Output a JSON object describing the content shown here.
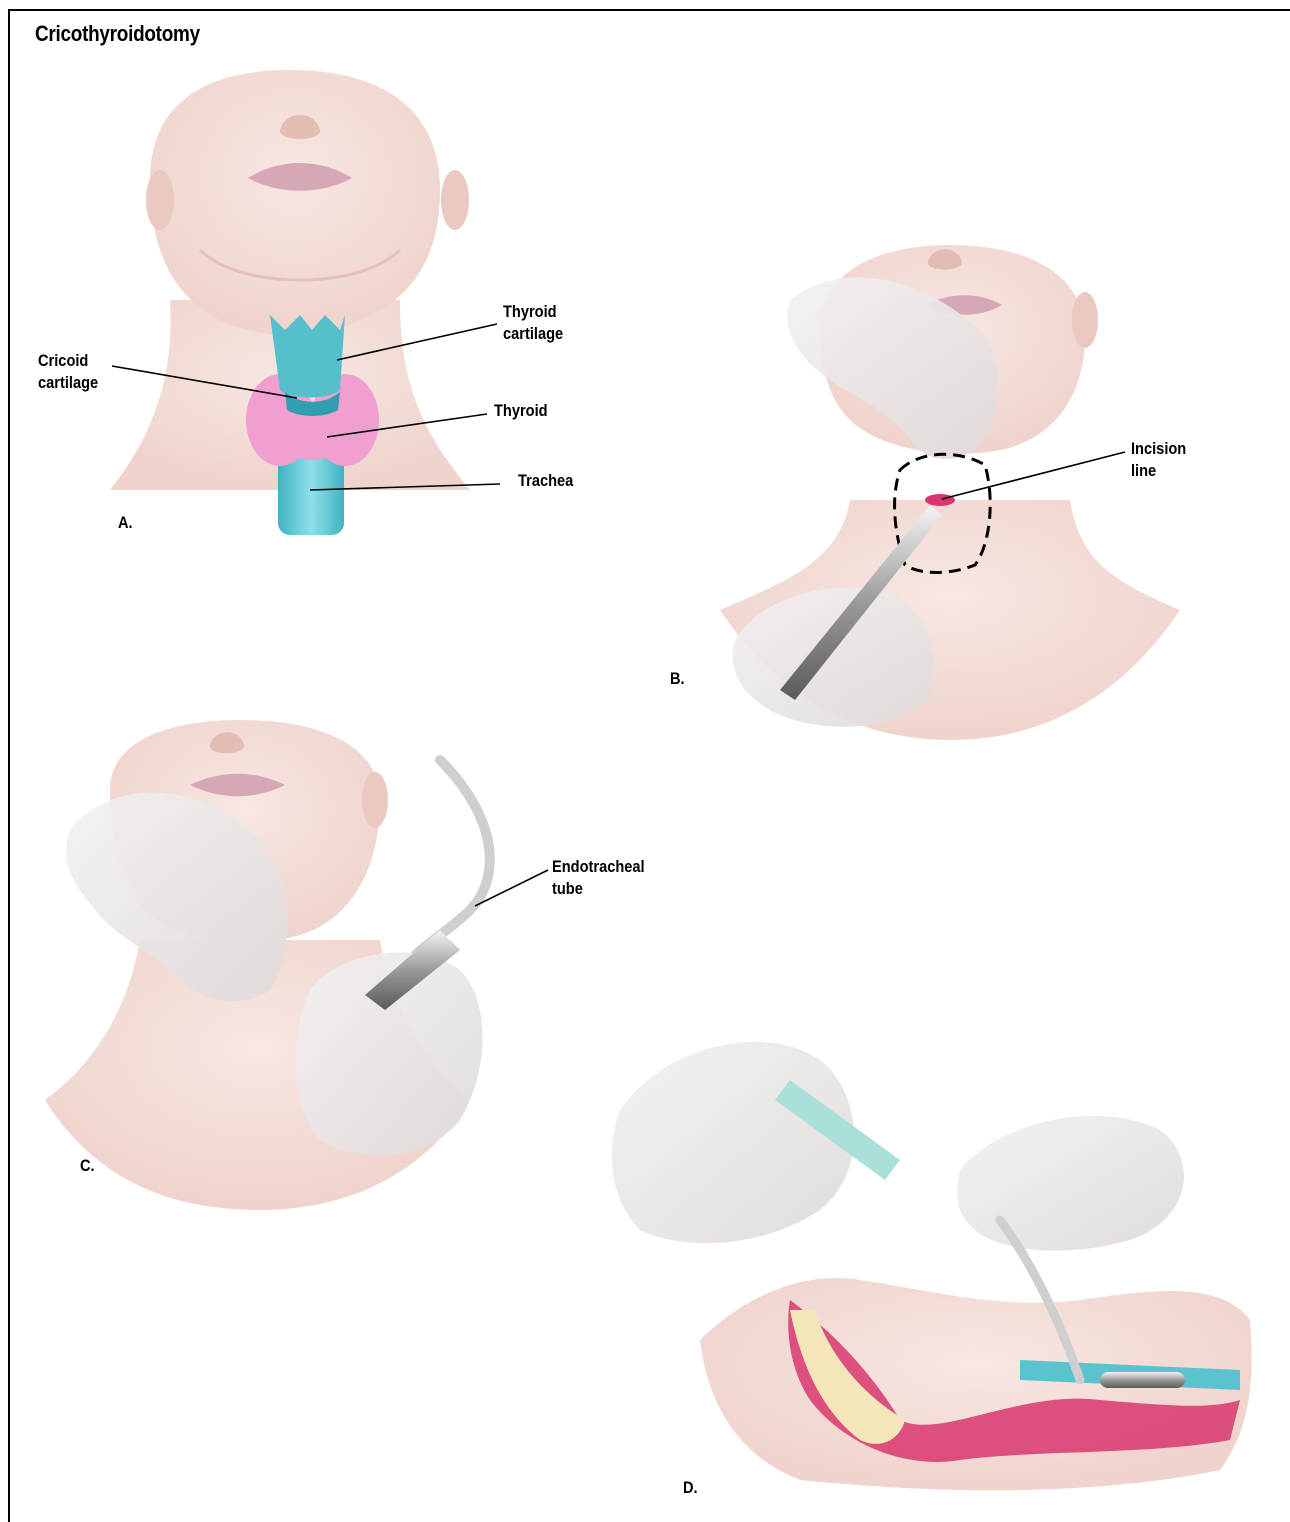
{
  "title": "Cricothyroidotomy",
  "panels": {
    "a": {
      "letter": "A.",
      "labels": {
        "thyroid_cartilage": [
          "Thyroid",
          "cartilage"
        ],
        "cricoid_cartilage": [
          "Cricoid",
          "cartilage"
        ],
        "thyroid": "Thyroid",
        "trachea": "Trachea"
      }
    },
    "b": {
      "letter": "B.",
      "labels": {
        "incision_line": [
          "Incision",
          "line"
        ]
      }
    },
    "c": {
      "letter": "C.",
      "labels": {
        "endotracheal_tube": [
          "Endotracheal",
          "tube"
        ]
      }
    },
    "d": {
      "letter": "D."
    }
  },
  "colors": {
    "skin": "#f3dcd6",
    "skin_shadow": "#e6c4bd",
    "cartilage": "#5bc3cf",
    "thyroid": "#f19fd0",
    "glove": "#ece7e7",
    "tissue": "#d8366e",
    "tube": "#cfcfcf"
  }
}
